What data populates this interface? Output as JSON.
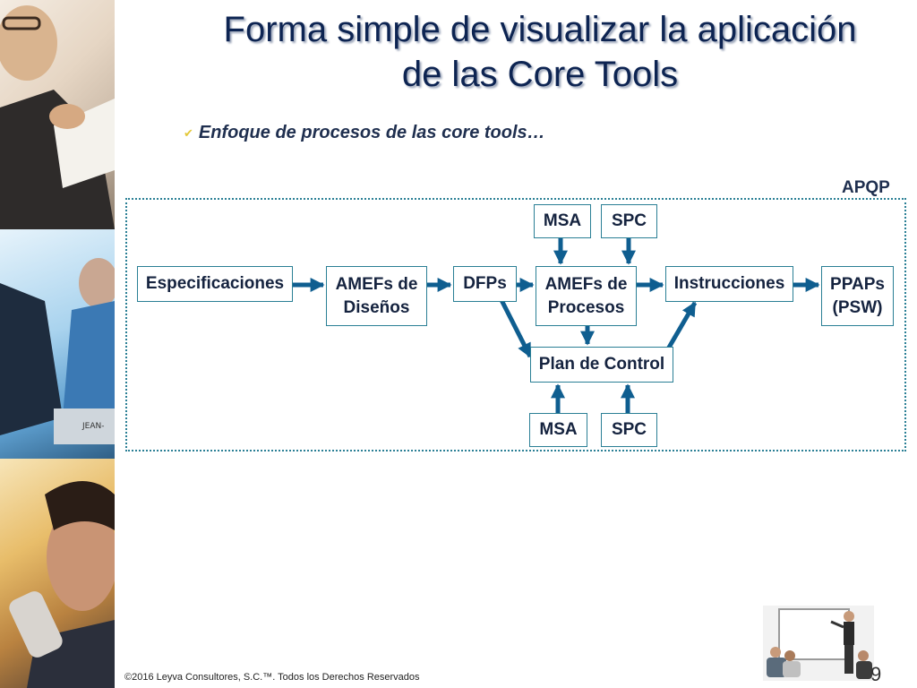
{
  "slide": {
    "title_line1": "Forma simple de visualizar la aplicación",
    "title_line2": "de las Core Tools",
    "subtitle": "Enfoque de procesos de las core tools…",
    "frame_label": "APQP",
    "footer": "©2016 Leyva Consultores, S.C.™. Todos los Derechos Reservados",
    "page_number": "9"
  },
  "diagram": {
    "nodes": {
      "especificaciones": "Especificaciones",
      "amef_disenos_l1": "AMEFs de",
      "amef_disenos_l2": "Diseños",
      "dfps": "DFPs",
      "amef_procesos_l1": "AMEFs de",
      "amef_procesos_l2": "Procesos",
      "instrucciones": "Instrucciones",
      "ppaps_l1": "PPAPs",
      "ppaps_l2": "(PSW)",
      "msa_top": "MSA",
      "spc_top": "SPC",
      "plan_control": "Plan de Control",
      "msa_bottom": "MSA",
      "spc_bottom": "SPC"
    },
    "edges": [
      {
        "from": "Especificaciones",
        "to": "AMEFs de Diseños"
      },
      {
        "from": "AMEFs de Diseños",
        "to": "DFPs"
      },
      {
        "from": "DFPs",
        "to": "AMEFs de Procesos"
      },
      {
        "from": "AMEFs de Procesos",
        "to": "Instrucciones"
      },
      {
        "from": "Instrucciones",
        "to": "PPAPs (PSW)"
      },
      {
        "from": "MSA",
        "to": "AMEFs de Procesos"
      },
      {
        "from": "SPC",
        "to": "AMEFs de Procesos"
      },
      {
        "from": "DFPs",
        "to": "Plan de Control"
      },
      {
        "from": "AMEFs de Procesos",
        "to": "Plan de Control"
      },
      {
        "from": "Plan de Control",
        "to": "Instrucciones"
      },
      {
        "from": "MSA",
        "to": "Plan de Control"
      },
      {
        "from": "SPC",
        "to": "Plan de Control"
      }
    ],
    "colors": {
      "arrow": "#0f5e90",
      "box_border": "#2a7f95",
      "title": "#0d2452"
    }
  }
}
